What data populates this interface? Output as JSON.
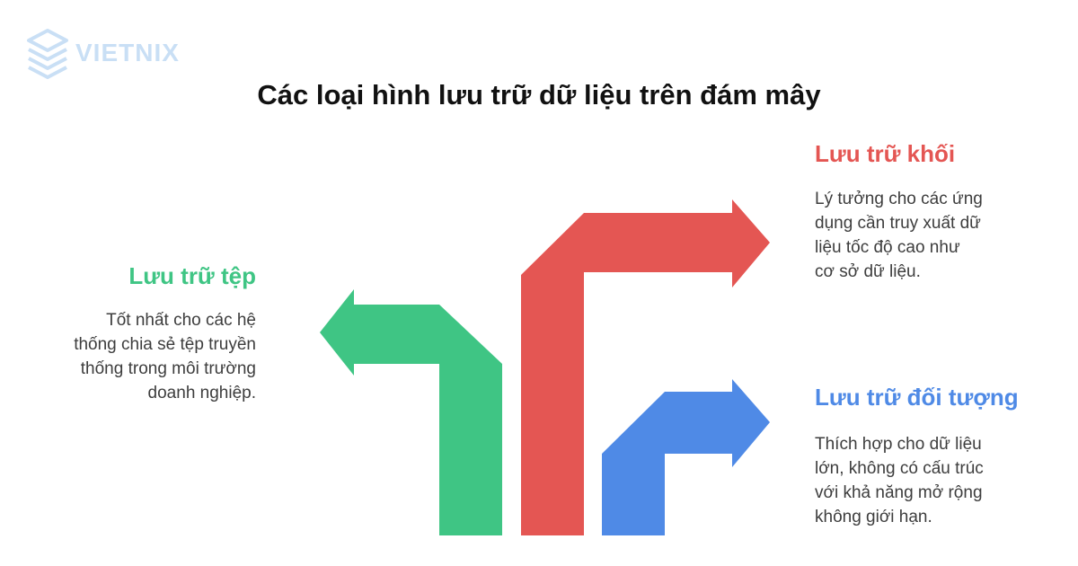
{
  "brand": {
    "name": "VIETNIX",
    "logo_icon": "stacked-layers-icon",
    "color": "#c9dff5"
  },
  "title": "Các loại hình lưu trữ dữ liệu trên đám mây",
  "items": [
    {
      "key": "file",
      "heading": "Lưu trữ tệp",
      "description": "Tốt nhất cho các hệ\nthống chia sẻ tệp truyền\nthống trong môi trường\ndoanh nghiệp.",
      "color": "#3fc584",
      "direction": "left"
    },
    {
      "key": "block",
      "heading": "Lưu trữ khối",
      "description": "Lý tưởng cho các ứng\ndụng cần truy xuất dữ\nliệu tốc độ cao như\ncơ sở dữ liệu.",
      "color": "#e45653",
      "direction": "right"
    },
    {
      "key": "object",
      "heading": "Lưu trữ đối tượng",
      "description": "Thích hợp cho dữ liệu\nlớn, không có cấu trúc\nvới khả năng mở rộng\nkhông giới hạn.",
      "color": "#4f8ae6",
      "direction": "right"
    }
  ]
}
